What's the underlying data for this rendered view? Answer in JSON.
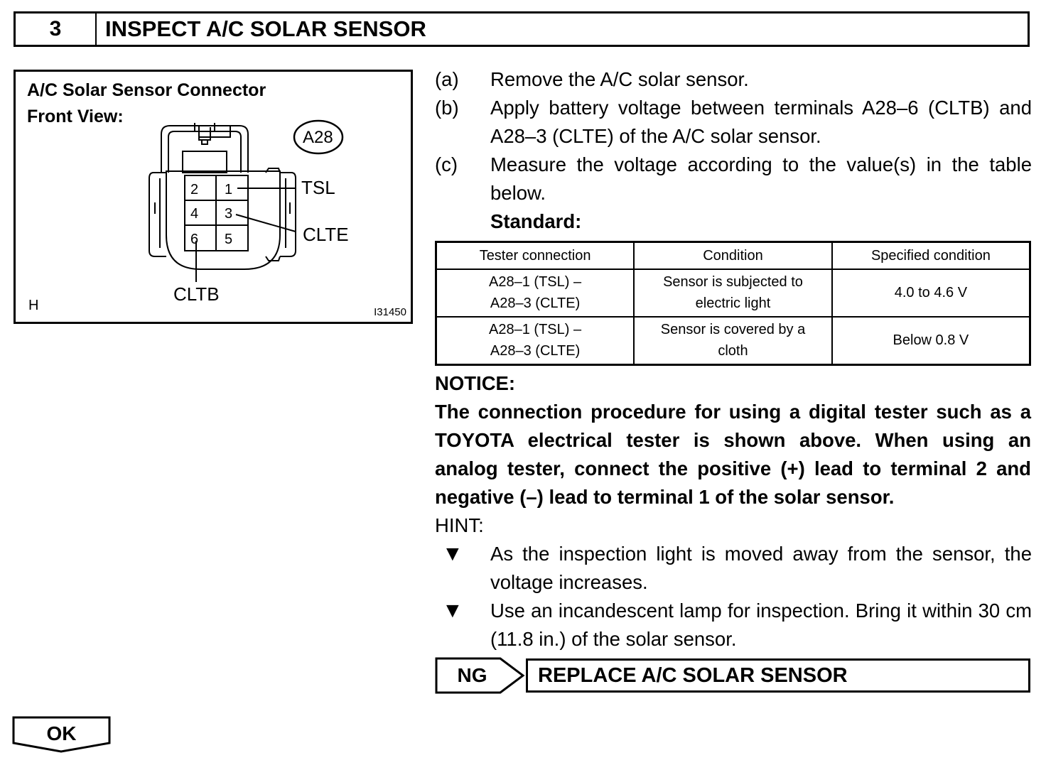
{
  "header": {
    "step_number": "3",
    "title": "INSPECT A/C SOLAR SENSOR"
  },
  "figure": {
    "title_line1": "A/C Solar Sensor Connector",
    "title_line2": "Front View:",
    "connector_code": "A28",
    "pins": {
      "p1": "1",
      "p2": "2",
      "p3": "3",
      "p4": "4",
      "p5": "5",
      "p6": "6"
    },
    "labels": {
      "tsl": "TSL",
      "clte": "CLTE",
      "cltb": "CLTB"
    },
    "corner_letter": "H",
    "figure_id": "I31450"
  },
  "steps": [
    {
      "label": "(a)",
      "text": "Remove the A/C solar sensor."
    },
    {
      "label": "(b)",
      "text": "Apply battery voltage between terminals A28–6 (CLTB) and A28–3 (CLTE) of the A/C solar sensor."
    },
    {
      "label": "(c)",
      "text": "Measure the voltage according to the value(s) in the table below."
    }
  ],
  "standard_label": "Standard:",
  "table": {
    "headers": [
      "Tester connection",
      "Condition",
      "Specified condition"
    ],
    "rows": [
      {
        "conn1": "A28–1 (TSL) –",
        "conn2": "A28–3 (CLTE)",
        "cond1": "Sensor is subjected to",
        "cond2": "electric light",
        "spec": "4.0 to 4.6 V"
      },
      {
        "conn1": "A28–1 (TSL) –",
        "conn2": "A28–3 (CLTE)",
        "cond1": "Sensor is covered by a",
        "cond2": "cloth",
        "spec": "Below 0.8 V"
      }
    ]
  },
  "notice": {
    "heading": "NOTICE:",
    "body": "The connection procedure for using a digital tester such as a TOYOTA electrical tester is shown above. When using an analog tester, connect the positive (+) lead to terminal 2 and negative (–) lead to terminal 1 of the solar sensor."
  },
  "hint": {
    "heading": "HINT:",
    "bullets": [
      "As the inspection light is moved away from the sensor, the voltage increases.",
      "Use an incandescent lamp for inspection. Bring it within 30 cm (11.8 in.) of the solar sensor."
    ]
  },
  "ng": {
    "label": "NG",
    "action": "REPLACE A/C SOLAR SENSOR"
  },
  "ok": {
    "label": "OK"
  }
}
